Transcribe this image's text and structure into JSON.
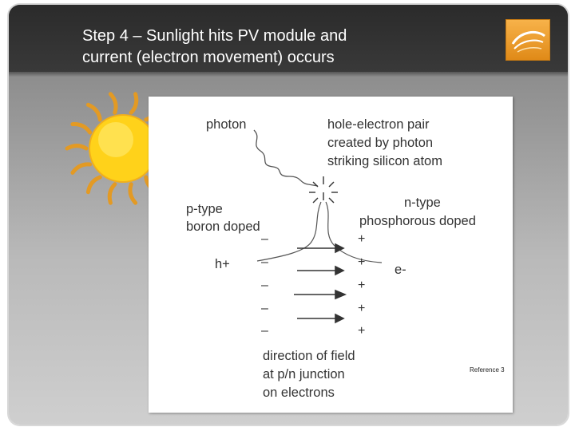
{
  "slide": {
    "title_line1": "Step 4 – Sunlight hits PV module and",
    "title_line2": "current (electron movement) occurs"
  },
  "colors": {
    "title_bar": "#333333",
    "logo": "#f0a030",
    "sun_core": "#ffd21a",
    "sun_rays": "#e8a62a",
    "diagram_text": "#333333"
  },
  "diagram": {
    "photon_label": "photon",
    "pair_line1": "hole-electron pair",
    "pair_line2": "created by photon",
    "pair_line3": "striking silicon atom",
    "ptype_line1": "p-type",
    "ptype_line2": "boron doped",
    "ntype_line1": "n-type",
    "ntype_line2": "phosphorous doped",
    "hole_label": "h+",
    "electron_label": "e-",
    "minus": "–",
    "plus": "+",
    "field_line1": "direction of field",
    "field_line2": "at p/n junction",
    "field_line3": "on electrons",
    "reference": "Reference 3"
  }
}
